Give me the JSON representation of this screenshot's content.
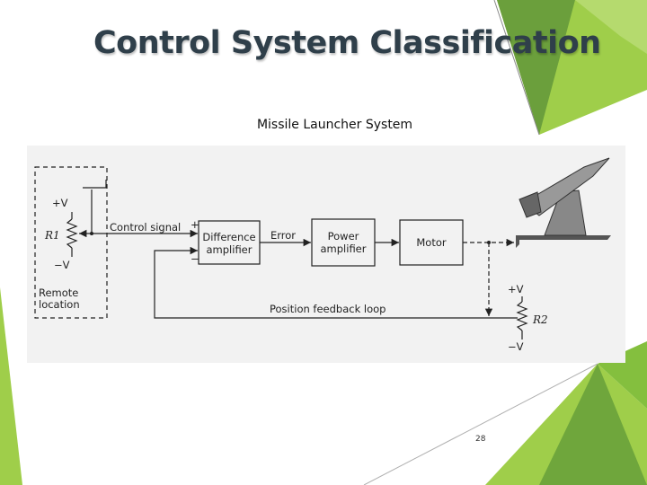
{
  "slide": {
    "title": "Control System Classification",
    "subtitle": "Missile Launcher System",
    "page_number": "28"
  },
  "diagram": {
    "blocks": {
      "difference_amplifier": [
        "Difference",
        "amplifier"
      ],
      "power_amplifier": [
        "Power",
        "amplifier"
      ],
      "motor": "Motor"
    },
    "signals": {
      "control_signal": "Control signal",
      "error": "Error",
      "position_feedback": "Position feedback loop"
    },
    "remote": {
      "plus_v": "+V",
      "minus_v": "−V",
      "resistor": "R1",
      "location": [
        "Remote",
        "location"
      ]
    },
    "feedback_pot": {
      "plus_v": "+V",
      "minus_v": "−V",
      "resistor": "R2"
    },
    "signs": {
      "plus": "+",
      "minus": "−"
    }
  },
  "colors": {
    "title": "#2f3f4a",
    "accent_green_light": "#9fce4a",
    "accent_green_dark": "#6b9f3c",
    "accent_green_mid": "#84bf3e"
  }
}
